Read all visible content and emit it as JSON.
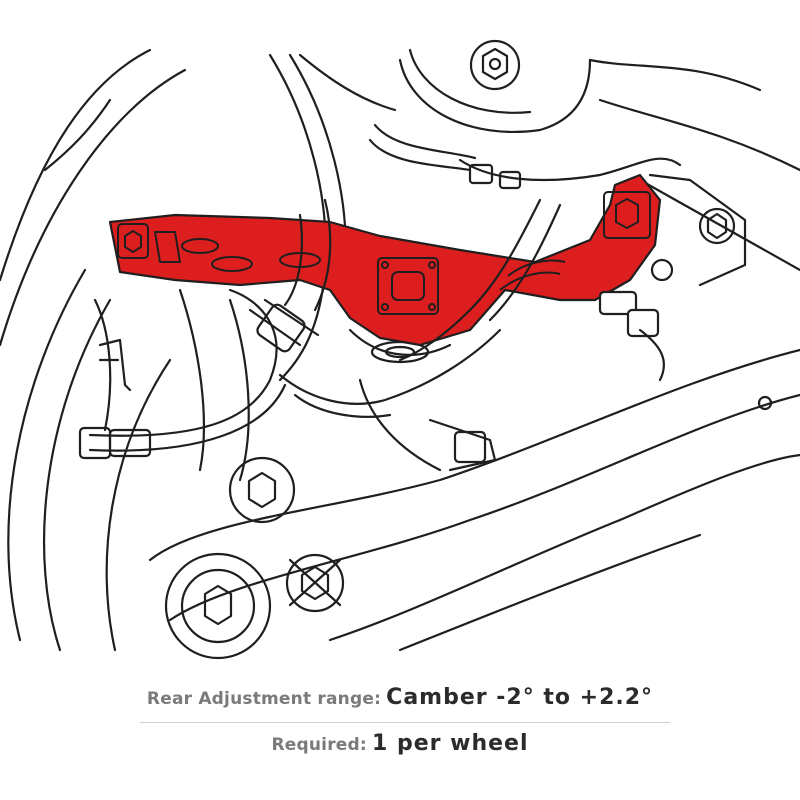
{
  "caption": {
    "range_label": "Rear Adjustment range:",
    "range_value": "Camber -2° to +2.2°",
    "required_label": "Required:",
    "required_value": "1 per wheel"
  },
  "colors": {
    "highlight_part": "#dd1e1e",
    "line_art": "#1f1f1f",
    "background": "#ffffff",
    "caption_label": "#7a7a7a",
    "caption_value": "#2b2b2b"
  },
  "illustration": {
    "subject": "rear suspension upper control arm",
    "highlighted_component": "adjustable camber arm"
  }
}
